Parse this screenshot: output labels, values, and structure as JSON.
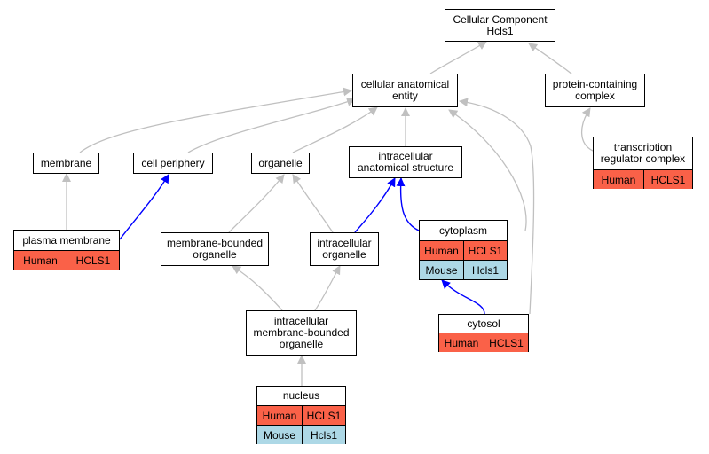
{
  "nodes": {
    "root": [
      "Cellular Component",
      "Hcls1"
    ],
    "cae": [
      "cellular anatomical",
      "entity"
    ],
    "pcc": [
      "protein-containing",
      "complex"
    ],
    "trc": [
      "transcription",
      "regulator complex"
    ],
    "membrane": [
      "membrane"
    ],
    "cell_periphery": [
      "cell periphery"
    ],
    "organelle": [
      "organelle"
    ],
    "ias": [
      "intracellular",
      "anatomical structure"
    ],
    "plasma_membrane": [
      "plasma membrane"
    ],
    "mbo": [
      "membrane-bounded",
      "organelle"
    ],
    "io": [
      "intracellular",
      "organelle"
    ],
    "cytoplasm": [
      "cytoplasm"
    ],
    "imbo": [
      "intracellular",
      "membrane-bounded",
      "organelle"
    ],
    "cytosol": [
      "cytosol"
    ],
    "nucleus": [
      "nucleus"
    ]
  },
  "annotations": {
    "trc": [
      [
        "Human",
        "HCLS1"
      ]
    ],
    "plasma_membrane": [
      [
        "Human",
        "HCLS1"
      ]
    ],
    "cytoplasm": [
      [
        "Human",
        "HCLS1"
      ],
      [
        "Mouse",
        "Hcls1"
      ]
    ],
    "cytosol": [
      [
        "Human",
        "HCLS1"
      ]
    ],
    "nucleus": [
      [
        "Human",
        "HCLS1"
      ],
      [
        "Mouse",
        "Hcls1"
      ]
    ]
  },
  "colors": {
    "human": "#fa6148",
    "mouse": "#add8e6",
    "is_a_edge": "#c0c0c0",
    "annotated_edge": "#0000ff"
  }
}
